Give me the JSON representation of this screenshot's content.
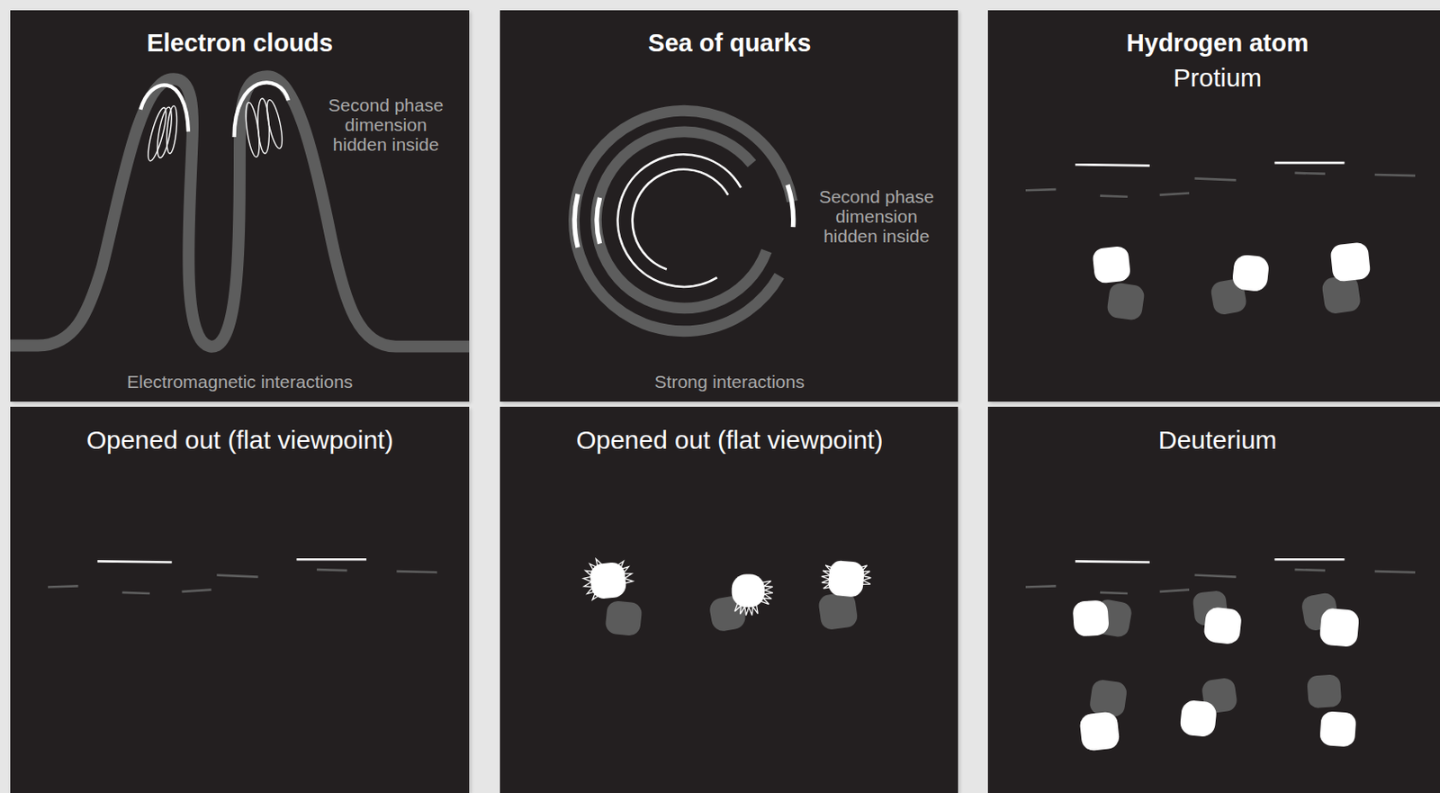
{
  "diagram": {
    "nodes": [
      {
        "text": [
          "Electron clouds",
          "Second phase dimension hidden inside",
          "Electromagnetic interactions"
        ]
      },
      {
        "text": [
          "Sea of quarks",
          "Second phase dimension hidden inside",
          "Strong interactions"
        ]
      },
      {
        "text": [
          "Hydrogen atom",
          "Protium"
        ]
      },
      {
        "text": [
          "Opened out (flat viewpoint)"
        ]
      },
      {
        "text": [
          "Opened out (flat viewpoint)"
        ]
      },
      {
        "text": [
          "Deuterium"
        ]
      }
    ]
  }
}
